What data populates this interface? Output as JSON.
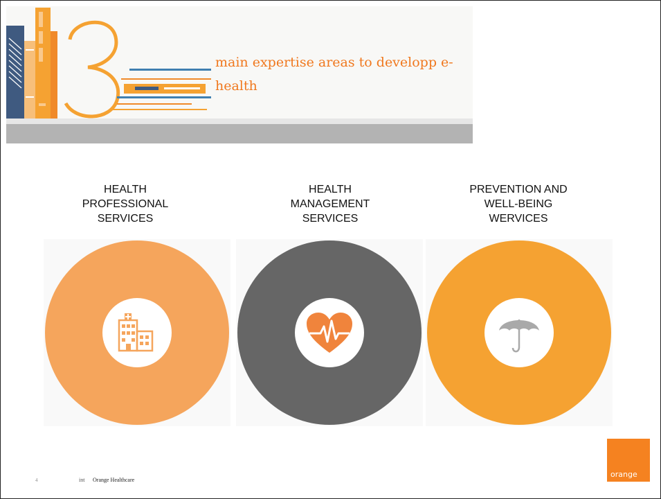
{
  "title": "main expertise areas to developp e-health",
  "banner_digit": "3",
  "sections": [
    {
      "lines": [
        "HEALTH",
        "PROFESSIONAL",
        "SERVICES"
      ],
      "color": "#f5a55c",
      "icon": "hospital-icon"
    },
    {
      "lines": [
        "HEALTH",
        "MANAGEMENT",
        "SERVICES"
      ],
      "color": "#666666",
      "icon": "heart-pulse-icon"
    },
    {
      "lines": [
        "PREVENTION AND",
        "WELL-BEING",
        "WERVICES"
      ],
      "color": "#f5a232",
      "icon": "umbrella-icon"
    }
  ],
  "footer": {
    "page": "4",
    "source": "int",
    "brand": "Orange Healthcare"
  },
  "logo": {
    "text": "orange"
  },
  "colors": {
    "accent": "#f0781e",
    "banner_orange": "#f5a232",
    "banner_blue": "#3f5a80"
  }
}
